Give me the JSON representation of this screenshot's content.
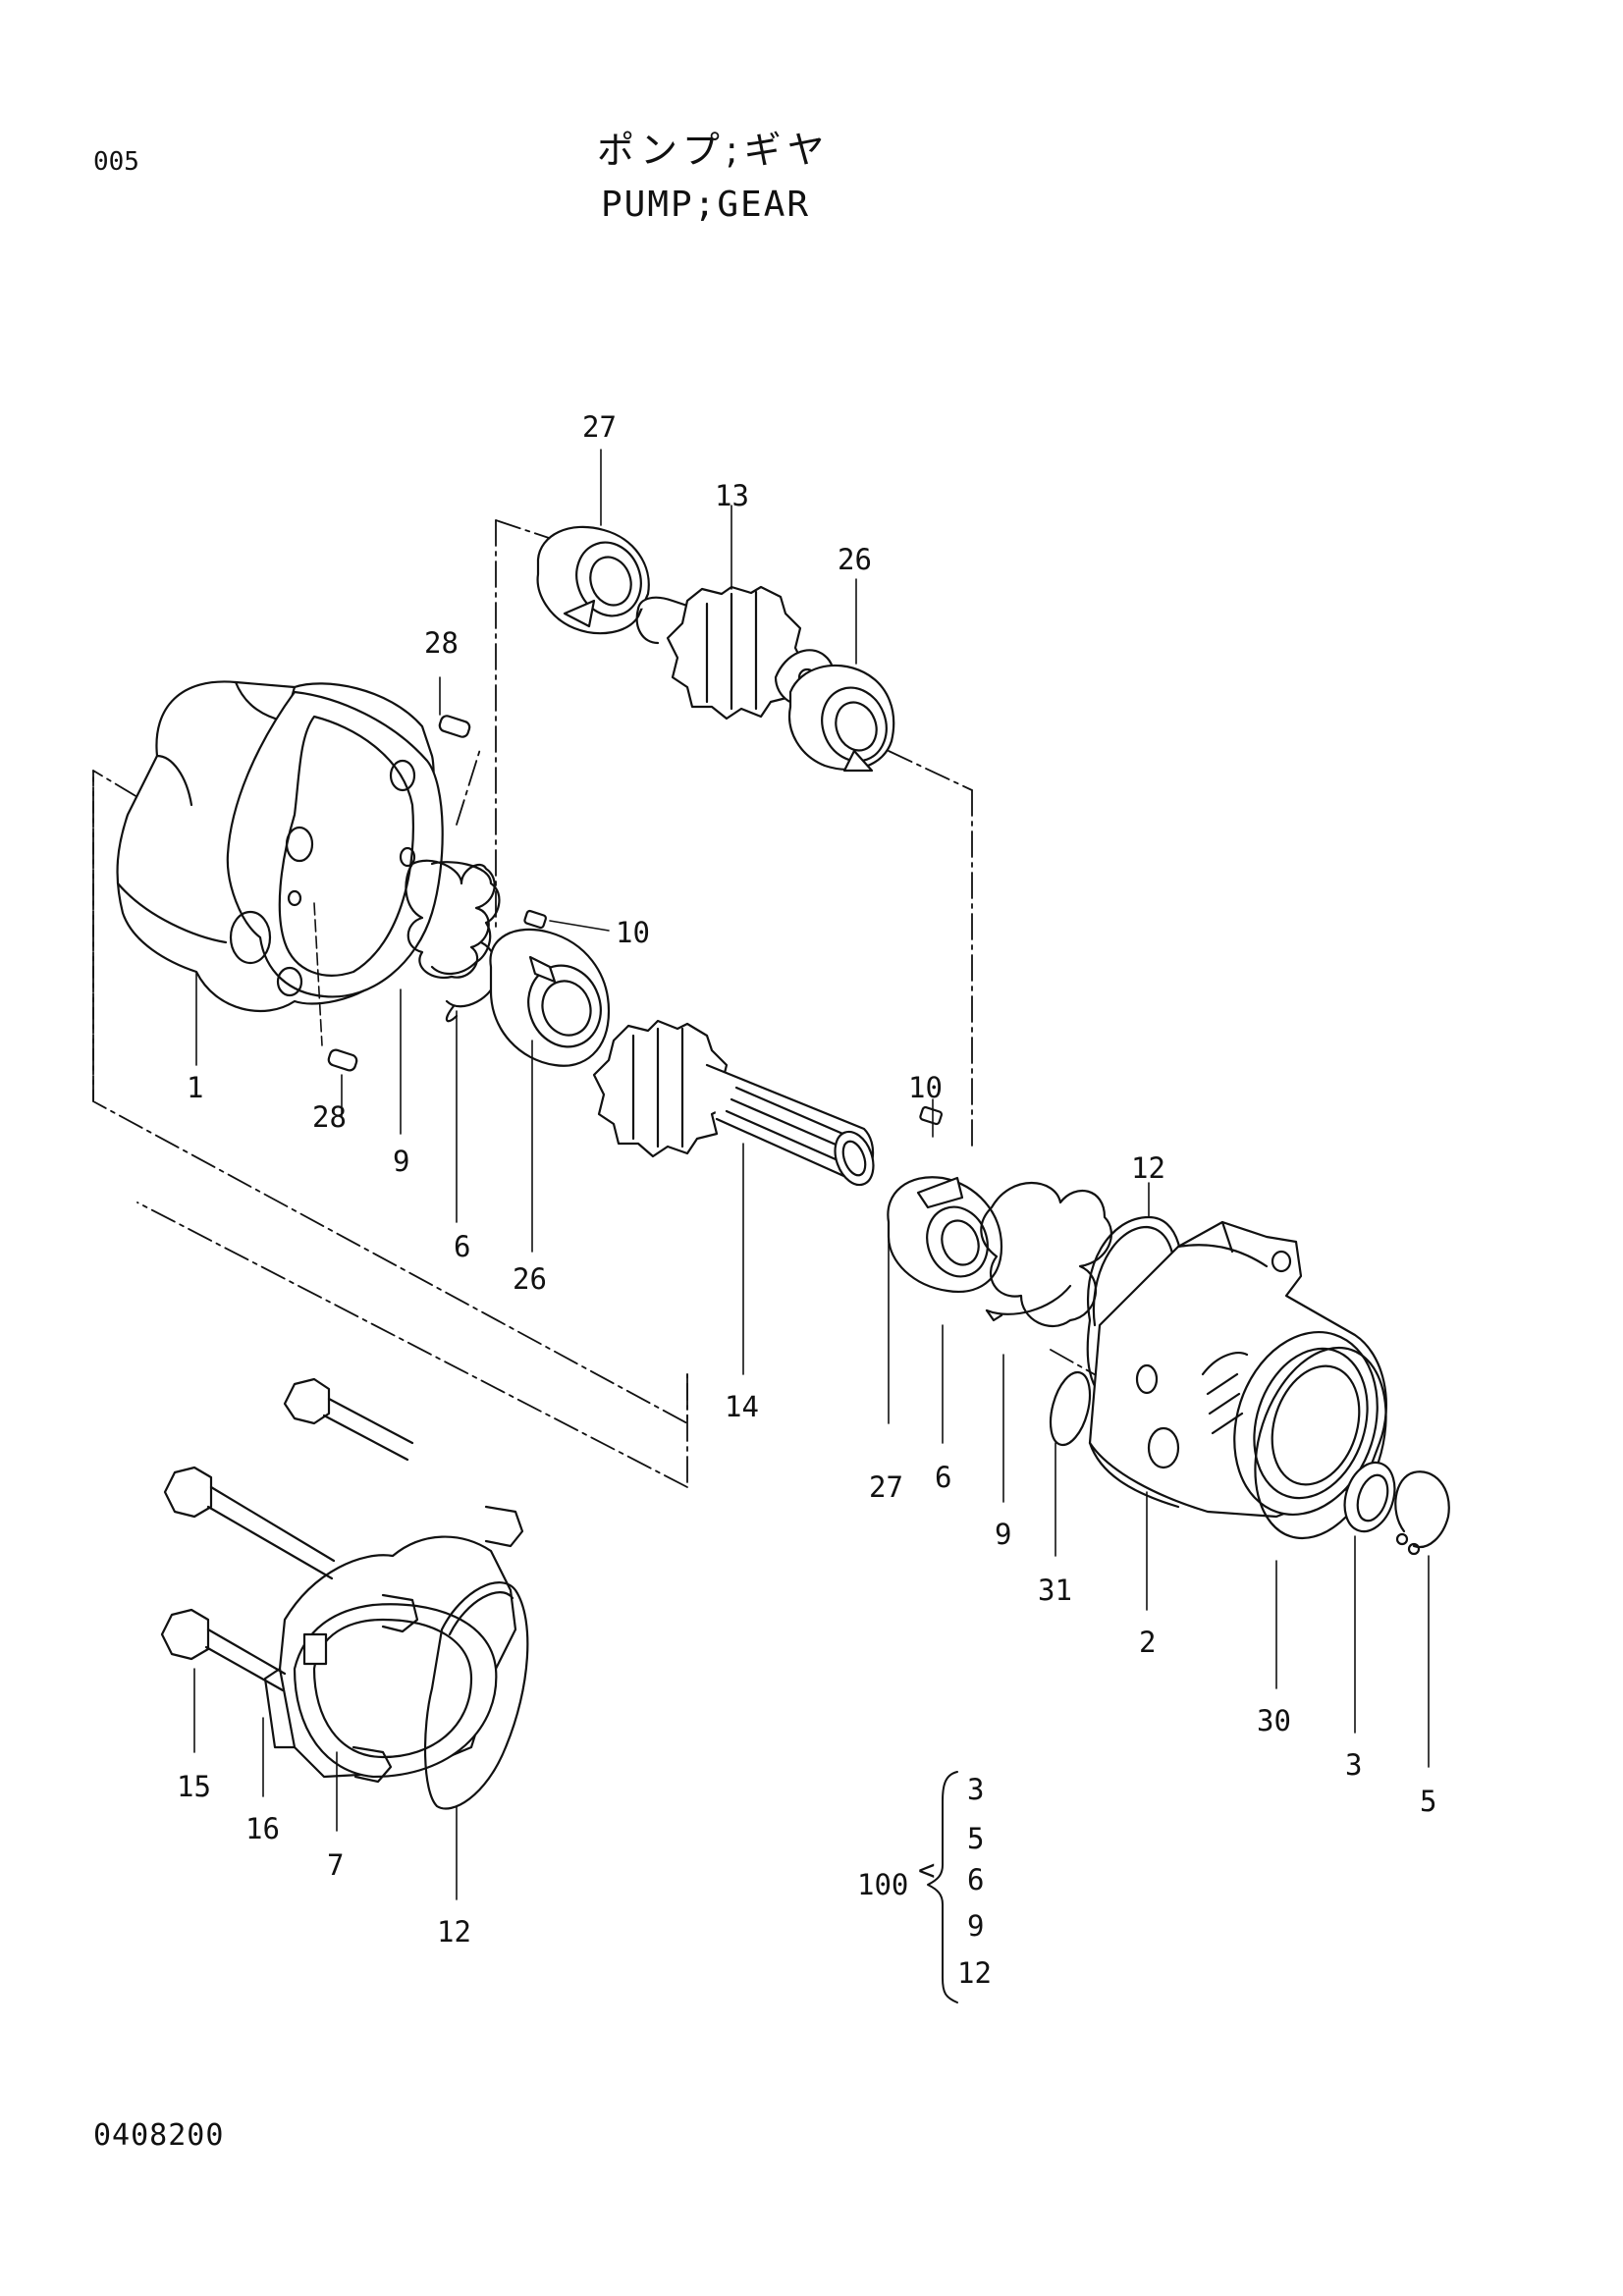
{
  "page": {
    "number": "005",
    "title_jp": "ポンプ;ギヤ",
    "title_en": "PUMP;GEAR",
    "document_code": "0408200"
  },
  "callouts": {
    "c27a": "27",
    "c13": "13",
    "c26a": "26",
    "c28a": "28",
    "c10a": "10",
    "c1": "1",
    "c28b": "28",
    "c9a": "9",
    "c6a": "6",
    "c26b": "26",
    "c14": "14",
    "c10b": "10",
    "c12a": "12",
    "c27b": "27",
    "c6b": "6",
    "c9b": "9",
    "c31": "31",
    "c2": "2",
    "c30": "30",
    "c3": "3",
    "c5": "5",
    "c15": "15",
    "c16": "16",
    "c7": "7",
    "c12b": "12"
  },
  "kit": {
    "number": "100",
    "items": [
      "3",
      "5",
      "6",
      "9",
      "12"
    ]
  }
}
